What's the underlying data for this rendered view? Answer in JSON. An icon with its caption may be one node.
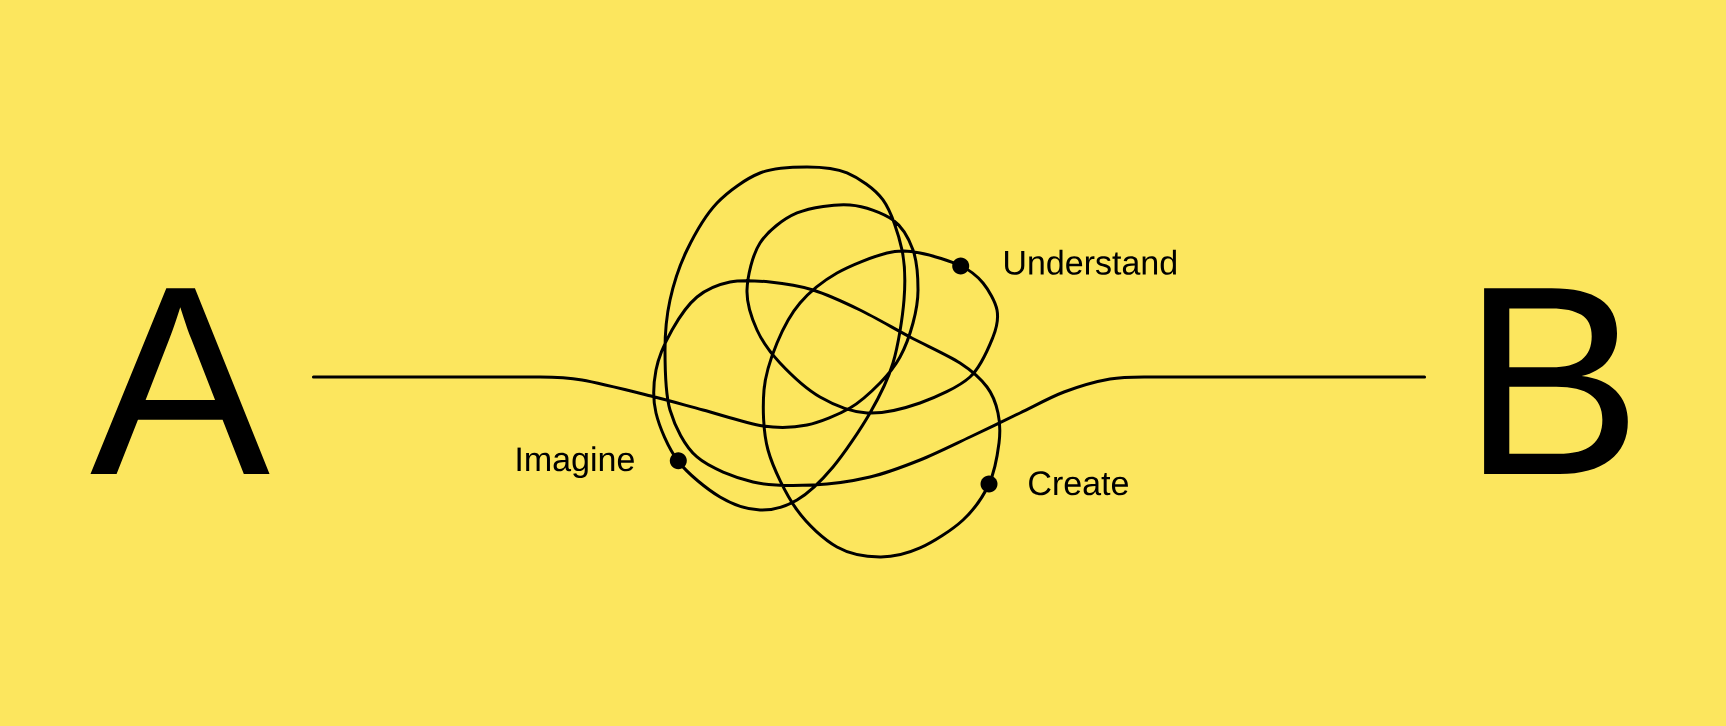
{
  "diagram": {
    "nodes": [
      {
        "text": [
          "A"
        ]
      },
      {
        "text": [
          "B"
        ]
      }
    ],
    "edges": [
      {
        "from": 0,
        "to": 1,
        "arrow": "none"
      }
    ],
    "labels": [
      "Understand",
      "Imagine",
      "Create"
    ]
  }
}
